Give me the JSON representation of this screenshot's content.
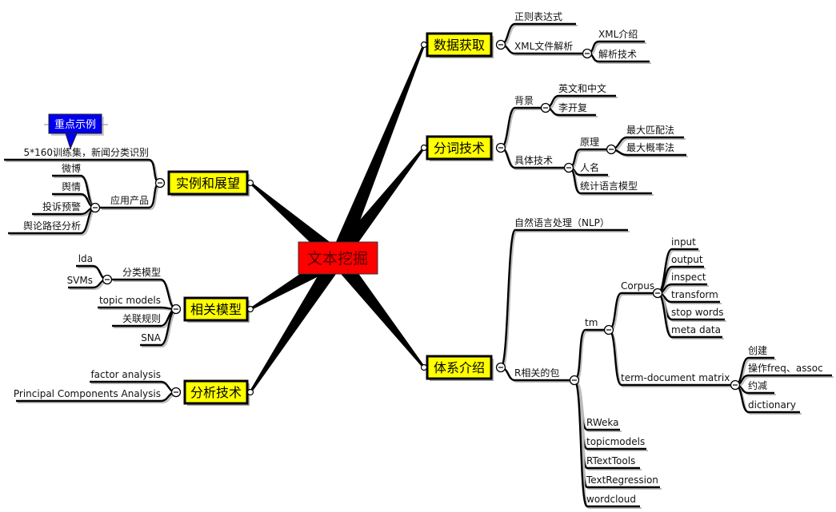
{
  "center": "文本挖掘",
  "callout": "重点示例",
  "colors": {
    "center": "#ff0000",
    "topic": "#ffff00",
    "callout": "#0000ee"
  },
  "topics": [
    {
      "label": "数据获取",
      "children": [
        {
          "label": "正则表达式"
        },
        {
          "label": "XML文件解析",
          "children": [
            {
              "label": "XML介绍"
            },
            {
              "label": "解析技术"
            }
          ]
        }
      ]
    },
    {
      "label": "分词技术",
      "children": [
        {
          "label": "背景",
          "children": [
            {
              "label": "英文和中文"
            },
            {
              "label": "李开复"
            }
          ]
        },
        {
          "label": "具体技术",
          "children": [
            {
              "label": "原理",
              "children": [
                {
                  "label": "最大匹配法"
                },
                {
                  "label": "最大概率法"
                }
              ]
            },
            {
              "label": "人名"
            },
            {
              "label": "统计语言模型"
            }
          ]
        }
      ]
    },
    {
      "label": "体系介绍",
      "children": [
        {
          "label": "自然语言处理（NLP）"
        },
        {
          "label": "R相关的包",
          "children": [
            {
              "label": "tm",
              "children": [
                {
                  "label": "Corpus",
                  "children": [
                    {
                      "label": "input"
                    },
                    {
                      "label": "output"
                    },
                    {
                      "label": "inspect"
                    },
                    {
                      "label": "transform"
                    },
                    {
                      "label": "stop words"
                    },
                    {
                      "label": "meta data"
                    }
                  ]
                },
                {
                  "label": "term-document matrix",
                  "children": [
                    {
                      "label": "创建"
                    },
                    {
                      "label": "操作freq、assoc"
                    },
                    {
                      "label": "约减"
                    },
                    {
                      "label": "dictionary"
                    }
                  ]
                }
              ]
            },
            {
              "label": "RWeka"
            },
            {
              "label": "topicmodels"
            },
            {
              "label": "RTextTools"
            },
            {
              "label": "TextRegression"
            },
            {
              "label": "wordcloud"
            }
          ]
        }
      ]
    },
    {
      "label": "实例和展望",
      "children": [
        {
          "label": "5*160训练集，新闻分类识别"
        },
        {
          "label": "应用产品",
          "children": [
            {
              "label": "微博"
            },
            {
              "label": "舆情"
            },
            {
              "label": "投诉预警"
            },
            {
              "label": "舆论路径分析"
            }
          ]
        }
      ]
    },
    {
      "label": "相关模型",
      "children": [
        {
          "label": "分类模型",
          "children": [
            {
              "label": "lda"
            },
            {
              "label": "SVMs"
            }
          ]
        },
        {
          "label": "topic models"
        },
        {
          "label": "关联规则"
        },
        {
          "label": "SNA"
        }
      ]
    },
    {
      "label": "分析技术",
      "children": [
        {
          "label": "factor analysis"
        },
        {
          "label": "Principal Components Analysis"
        }
      ]
    }
  ]
}
